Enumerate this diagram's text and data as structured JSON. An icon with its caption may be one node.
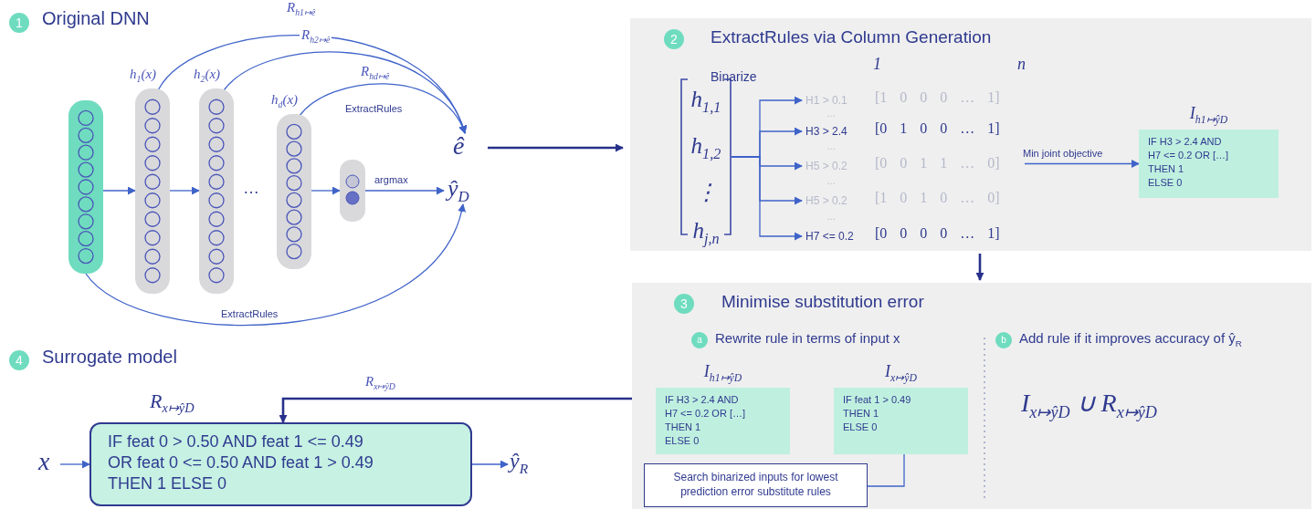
{
  "diagram": {
    "nodes": [
      {
        "text": [],
        "shape": "bar"
      },
      {
        "text": [
          "*h*$_{1}$(*x*)"
        ]
      },
      {
        "text": [
          "*h*$_{2}$(*x*)"
        ]
      },
      {
        "text": [
          "*h*$_{d}$(*x*)"
        ]
      },
      {
        "text": [],
        "shape": "bar"
      },
      {
        "text": [
          "ê"
        ]
      },
      {
        "text": [
          "ŷ$_{D}$"
        ]
      },
      {
        "text": [
          "2",
          "ExtractRules via Column Generation"
        ]
      },
      {
        "text": [
          "*h*$_{1,1}$ *h*$_{1,2}$ ⋮ *h*$_{j,n}$"
        ],
        "in": 7
      },
      {
        "text": [
          "H1 > 0.1"
        ],
        "in": 7
      },
      {
        "text": [
          "H3 > 2.4"
        ],
        "in": 7
      },
      {
        "text": [
          "H5 > 0.2"
        ],
        "in": 7
      },
      {
        "text": [
          "H5 > 0.2"
        ],
        "in": 7
      },
      {
        "text": [
          "H7 <= 0.2"
        ],
        "in": 7
      },
      {
        "text": [
          "*I*$_{h1↦ŷD}$",
          "IF H3 > 2.4 AND",
          "H7 <= 0.2 OR […]",
          "THEN 1",
          "ELSE 0"
        ],
        "in": 7
      },
      {
        "text": [
          "3",
          "Minimise substitution error"
        ]
      },
      {
        "text": [
          "*I*$_{h1↦ŷD}$",
          "IF H3 > 2.4 AND",
          "H7 <= 0.2 OR […]",
          "THEN 1",
          "ELSE 0"
        ],
        "in": 15
      },
      {
        "text": [
          "*I*$_{x↦ŷD}$",
          "IF feat 1 > 0.49",
          "THEN 1",
          "ELSE 0"
        ],
        "in": 15
      },
      {
        "text": [
          "Search binarized inputs for lowest prediction error substitute rules"
        ],
        "in": 15
      },
      {
        "text": [
          "*R*$_{x↦ŷD}$",
          "IF feat 0 > 0.50 AND feat 1 <= 0.49",
          "OR feat 0 <= 0.50 AND feat 1 > 0.49",
          "THEN 1 ELSE 0"
        ]
      },
      {
        "text": [
          "*x*"
        ]
      },
      {
        "text": [
          "ŷ$_{R}$"
        ]
      }
    ],
    "edges": [
      {
        "from": 0,
        "to": 1,
        "arrow": "to"
      },
      {
        "from": 1,
        "to": 2,
        "arrow": "to"
      },
      {
        "from": 3,
        "to": 4,
        "arrow": "to"
      },
      {
        "from": 4,
        "to": 6,
        "arrow": "to",
        "label": "argmax"
      },
      {
        "from": 1,
        "to": 5,
        "arrow": "to",
        "label": "*R*$_{h1↦ê}$"
      },
      {
        "from": 2,
        "to": 5,
        "arrow": "to",
        "label": "*R*$_{h2↦ê}$"
      },
      {
        "from": 3,
        "to": 5,
        "arrow": "to",
        "label": "*R*$_{hd↦ê}$"
      },
      {
        "from": 0,
        "to": 6,
        "arrow": "to",
        "label": "ExtractRules"
      },
      {
        "from": 5,
        "to": 7,
        "arrow": "to",
        "color": "#27318b"
      },
      {
        "from": 8,
        "to": 9,
        "arrow": "to"
      },
      {
        "from": 8,
        "to": 10,
        "arrow": "to"
      },
      {
        "from": 8,
        "to": 11,
        "arrow": "to"
      },
      {
        "from": 8,
        "to": 12,
        "arrow": "to"
      },
      {
        "from": 8,
        "to": 13,
        "arrow": "to"
      },
      {
        "from": null,
        "to": 14,
        "arrow": "to",
        "label": "Min joint objective"
      },
      {
        "from": 7,
        "to": 15,
        "arrow": "to",
        "color": "#27318b"
      },
      {
        "from": 15,
        "to": 19,
        "arrow": "to",
        "label": "*R*$_{x↦ŷD}$",
        "color": "#27318b"
      },
      {
        "from": 17,
        "to": 18,
        "arrow": "none"
      },
      {
        "from": 20,
        "to": 19,
        "arrow": "to"
      },
      {
        "from": 19,
        "to": 21,
        "arrow": "to"
      }
    ],
    "labels": [
      "1",
      "Original DNN",
      "…",
      "ExtractRules",
      "Binarize",
      "1",
      "n",
      "…",
      "…",
      "…",
      "…",
      "[1 0 0 0 … 1]",
      "[0 1 0 0 … 1]",
      "[0 0 1 1 … 0]",
      "[1 0 1 0 … 0]",
      "[0 0 0 0 … 1]",
      "a",
      "Rewrite rule in terms of input x",
      "b",
      "Add rule if it improves accuracy of ŷ$_{R}$",
      "*I*$_{x↦ŷD}$ ∪ *R*$_{x↦ŷD}$",
      "4",
      "Surrogate model"
    ]
  }
}
